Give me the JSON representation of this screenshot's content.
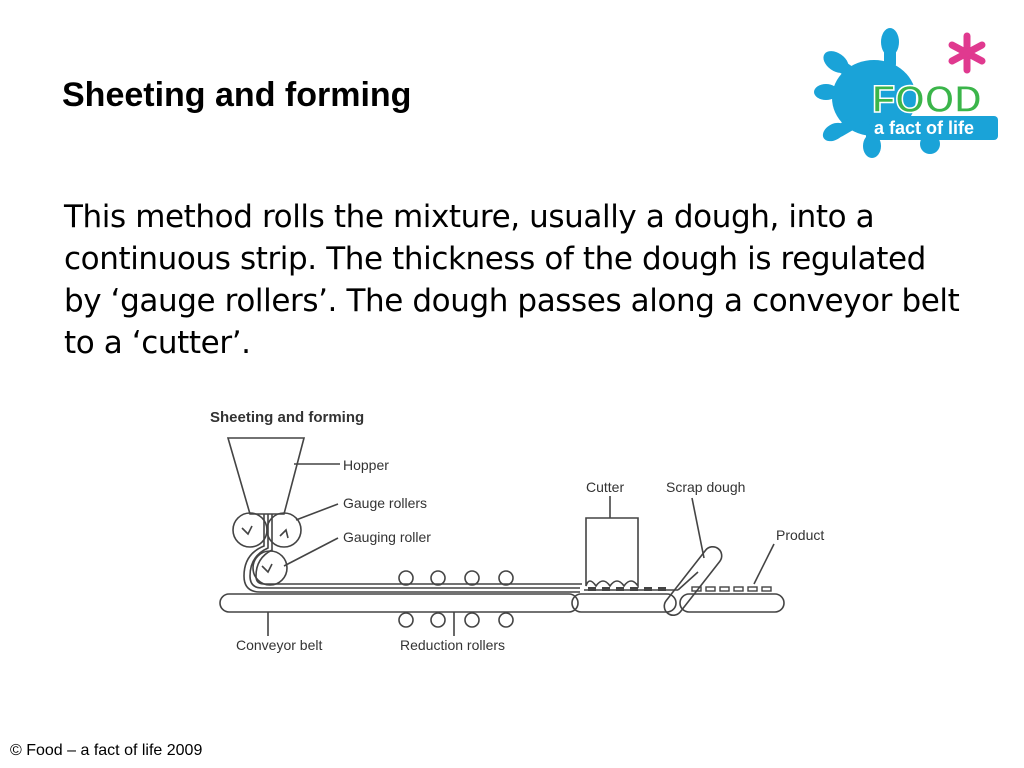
{
  "slide": {
    "title": "Sheeting and forming",
    "body": "This method rolls the mixture, usually a dough, into a continuous strip. The thickness of the dough is regulated by ‘gauge rollers’. The dough passes along a conveyor belt to a ‘cutter’.",
    "footer": "© Food – a fact of life 2009"
  },
  "logo": {
    "word": "FOOD",
    "tagline": "a fact of life",
    "colors": {
      "splash": "#1aa3d8",
      "word": "#3bb54a",
      "star": "#e0398f",
      "tagline_bg": "#1aa3d8"
    }
  },
  "diagram": {
    "title": "Sheeting and forming",
    "labels": {
      "hopper": "Hopper",
      "gauge_rollers": "Gauge rollers",
      "gauging_roller": "Gauging roller",
      "cutter": "Cutter",
      "scrap_dough": "Scrap dough",
      "product": "Product",
      "conveyor_belt": "Conveyor belt",
      "reduction_rollers": "Reduction rollers"
    }
  }
}
